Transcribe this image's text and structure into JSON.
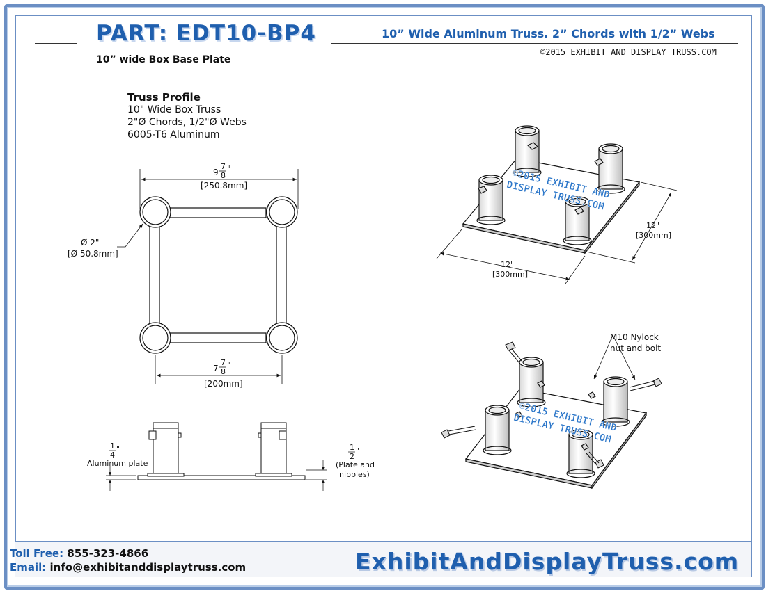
{
  "header": {
    "part_title": "PART: EDT10-BP4",
    "subtitle": "10” Wide Aluminum Truss. 2” Chords with 1/2” Webs",
    "copyright": "©2015 EXHIBIT AND DISPLAY TRUSS.COM",
    "part_description": "10” wide Box Base Plate"
  },
  "profile": {
    "heading": "Truss Profile",
    "line1": "10\" Wide Box Truss",
    "line2": "2\"Ø Chords, 1/2\"Ø Webs",
    "line3": "6005-T6 Aluminum"
  },
  "dims": {
    "outer_whole": "9",
    "outer_num": "7",
    "outer_den": "8",
    "outer_mm": "[250.8mm]",
    "inner_whole": "7",
    "inner_num": "7",
    "inner_den": "8",
    "inner_mm": "[200mm]",
    "dia_in": "Ø 2\"",
    "dia_mm": "[Ø 50.8mm]",
    "plate_num": "1",
    "plate_den": "4",
    "plate_label": "Aluminum plate",
    "nip_num": "1",
    "nip_den": "2",
    "nip_label1": "(Plate and",
    "nip_label2": "nipples)",
    "width_in": "12\"",
    "width_mm": "[300mm]",
    "depth_in": "12\"",
    "depth_mm": "[300mm]",
    "bolt_label1": "M10 Nylock",
    "bolt_label2": "nut and bolt"
  },
  "watermark": {
    "line1": "©2015 EXHIBIT AND",
    "line2": "DISPLAY TRUSS.COM"
  },
  "footer": {
    "toll_free_label": "Toll Free:",
    "toll_free_value": "855-323-4866",
    "email_label": "Email:",
    "email_value": "info@exhibitanddisplaytruss.com",
    "website": "ExhibitAndDisplayTruss.com"
  },
  "colors": {
    "accent": "#1f5fae",
    "frame": "#6b8fc4"
  }
}
